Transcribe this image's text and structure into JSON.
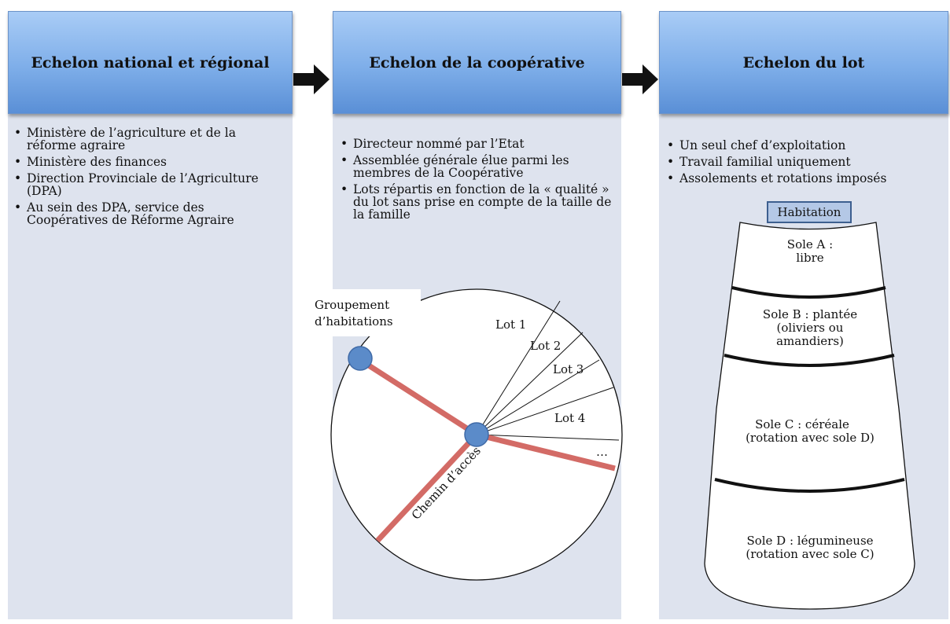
{
  "columns": [
    {
      "title": "Echelon national et régional",
      "bullets": [
        " Ministère de l’agriculture et de la réforme agraire",
        "Ministère des finances",
        "Direction Provinciale de l’Agriculture (DPA)",
        "Au sein des DPA, service des Coopératives de Réforme Agraire"
      ]
    },
    {
      "title": "Echelon de la coopérative",
      "bullets": [
        "Directeur nommé par l’Etat",
        " Assemblée générale élue parmi les membres de la Coopérative",
        "Lots répartis en fonction de la « qualité » du lot sans prise en compte de la taille de la famille"
      ]
    },
    {
      "title": "Echelon du lot",
      "bullets": [
        "Un seul chef d’exploitation",
        "Travail familial uniquement",
        "Assolements et rotations imposés"
      ]
    }
  ],
  "cooperative_diagram": {
    "settlement_label_line1": "Groupement",
    "settlement_label_line2": "d’habitations",
    "lots": [
      "Lot 1",
      "Lot 2",
      "Lot 3",
      "Lot 4",
      "…"
    ],
    "road_label": "Chemin d’accès",
    "road_color": "#d36b66",
    "node_color": "#5b8bc9"
  },
  "lot_diagram": {
    "habitation": "Habitation",
    "soles": [
      {
        "line1": "Sole A :",
        "line2": "libre"
      },
      {
        "line1": "Sole B :  plantée",
        "line2": "(oliviers ou",
        "line3": "amandiers)"
      },
      {
        "line1": "Sole C : céréale",
        "line2": "(rotation avec sole D)"
      },
      {
        "line1": "Sole D : légumineuse",
        "line2": "(rotation avec sole C)"
      }
    ]
  },
  "colors": {
    "panel_bg": "#dee3ee",
    "header_top": "#a9ccf6",
    "header_bottom": "#5a8fd6"
  }
}
